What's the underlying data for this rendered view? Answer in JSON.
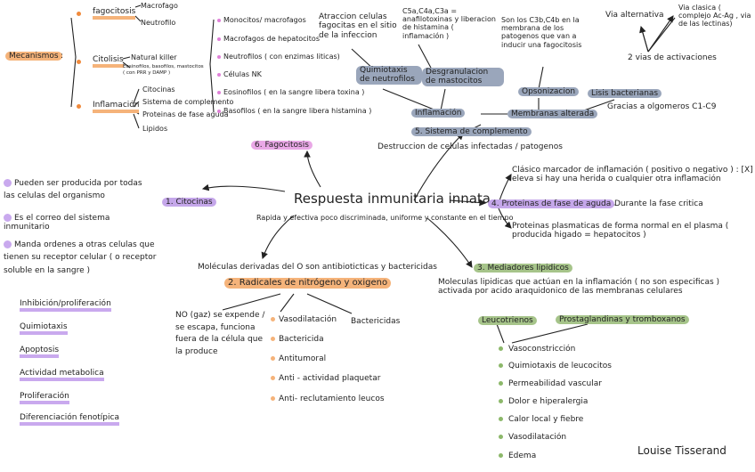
{
  "center": {
    "title": "Respuesta inmunitaria innata",
    "subtitle": "Rapida y efectiva poco discriminada, uniforme y constante en el tiempo"
  },
  "mecanismos": {
    "label": "Mecanismos",
    "colon": ":",
    "fagocitosis": {
      "label": "fagocitosis",
      "items": [
        "Macrofago",
        "Neutrofilo"
      ]
    },
    "citolisis": {
      "label": "Citolisis",
      "items": [
        "Natural killer",
        "Eosinofilos, basofilos, mastocitos",
        "( con PRR y DAMP )"
      ]
    },
    "inflamacion": {
      "label": "Inflamación",
      "items": [
        "Citocinas",
        "Sistema de complemento",
        "Proteinas de fase aguda",
        "Lipidos"
      ]
    }
  },
  "cell_list": [
    "Monocitos/ macrofagos",
    "Macrofagos de hepatocitos",
    "Neutrofilos ( con enzimas liticas)",
    "Células NK",
    "Eosinofilos ( en la sangre libera toxina )",
    "Basofilos ( en la sangre libera histamina )"
  ],
  "complement": {
    "atraccion": "Atraccion celulas fagocitas en el sitio de la infeccion",
    "c5a": "C5a,C4a,C3a = anafilotoxinas  y liberacion de histamina ( inflamación )",
    "c3b": "Son los C3b,C4b en la membrana de los patogenos que van a inducir una fagocitosis",
    "via_alternativa": "Via alternativa",
    "via_clasica": "Via clasica ( complejo Ac-Ag , via de las lectinas)",
    "dos_vias": "2 vias de activaciones",
    "quimiotaxis": "Quimiotaxis de neutrofilos",
    "desgranulacion": "Desgranulacion de mastocitos",
    "opsonizacion": "Opsonizacion",
    "lisis": "Lisis bacterianas",
    "gracias": "Gracias a olgomeros C1-C9",
    "inflamacion": "Inflamación",
    "membranas": "Membranas alterada",
    "title": "5. Sistema de complemento",
    "destruccion": "Destruccion de celulas infectadas / patogenos"
  },
  "fagocitosis6": "6. Fagocitosis",
  "citocinas": {
    "label": "1.   Citocinas",
    "notes": [
      "Pueden ser producida por todas las celulas del organismo",
      "Es el correo del sistema inmunitario",
      "Manda ordenes a otras celulas que tienen su receptor celular ( o receptor soluble en la sangre )"
    ],
    "functions": [
      "Inhibición/proliferación",
      "Quimiotaxis",
      "Apoptosis",
      "Actividad metabolica",
      "Proliferación",
      "Diferenciación fenotípica"
    ]
  },
  "fase_aguda": {
    "label": "4. Proteinas de fase de aguda",
    "arrow_text": "Durante la fase critica",
    "top": "Clásico marcador de inflamación ( positivo o negativo ) : [X] eleva si hay una herida o cualquier otra inflamación",
    "bottom": "Proteinas plasmaticas de forma normal en el plasma ( producida higado = hepatocitos )"
  },
  "radicales": {
    "top": "Moléculas derivadas del O son antibioticticas y bactericidas",
    "label": "2. Radicales de nitrógeno y oxigeno",
    "no_gas": "NO (gaz) se expende / se escapa, funciona fuera de la célula que la produce",
    "effects": [
      "Vasodilatación",
      "Bactericida",
      "Antitumoral",
      "Anti - actividad plaquetar",
      "Anti- reclutamiento leucos"
    ],
    "bactericidas": "Bactericidas"
  },
  "lipidicos": {
    "label": "3. Mediadores lipidicos",
    "desc": "Moleculas lipidicas que actúan en la inflamación ( no son especificas ) activada por acido araquidonico de las membranas celulares",
    "leucotrienos": "Leucotrienos",
    "prostaglandinas": "Prostaglandinas y tromboxanos",
    "effects": [
      "Vasoconstricción",
      "Quimiotaxis de leucocitos",
      "Permeabilidad vascular",
      "Dolor e hiperalergia",
      "Calor local y fiebre",
      "Vasodilatación",
      "Edema"
    ]
  },
  "author": "Louise Tisserand"
}
